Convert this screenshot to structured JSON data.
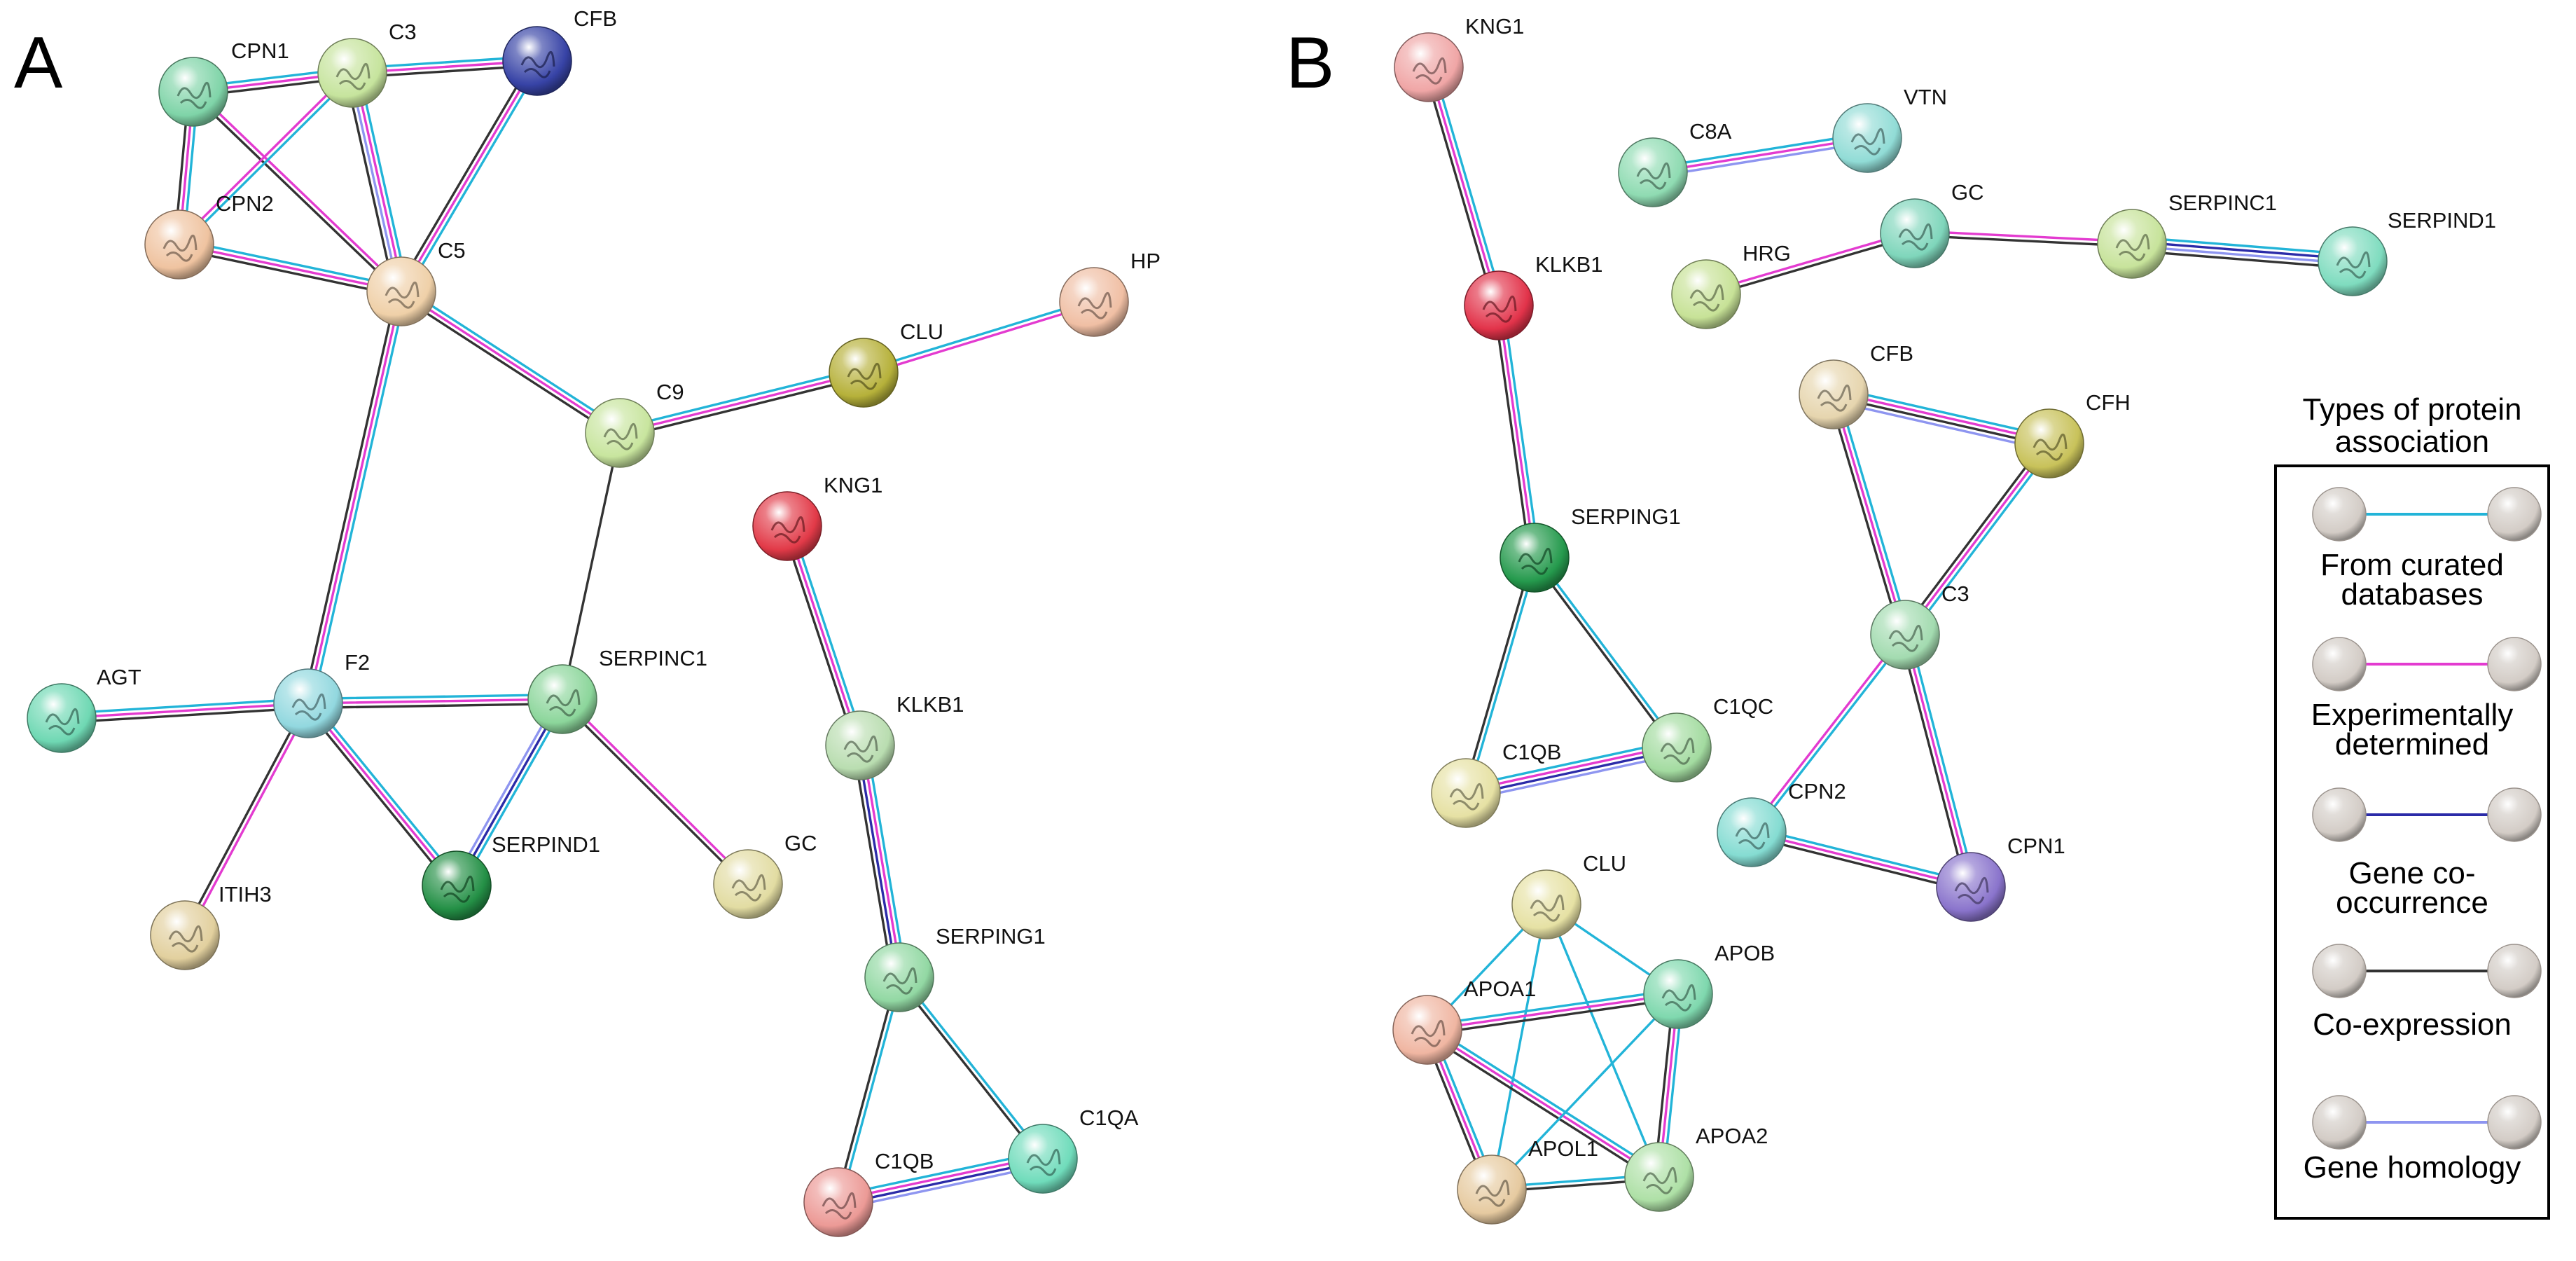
{
  "panels": {
    "a_label": "A",
    "b_label": "B"
  },
  "colors": {
    "curated": "#22b4d8",
    "experimental": "#e33bd0",
    "cooccurrence": "#2b2ba8",
    "coexpression": "#333333",
    "homology": "#8e95f0"
  },
  "network_a": {
    "nodes": [
      {
        "id": "CPN1",
        "label": "CPN1",
        "color": "#7fd4a8"
      },
      {
        "id": "C3",
        "label": "C3",
        "color": "#c6e49d"
      },
      {
        "id": "CFB",
        "label": "CFB",
        "color": "#3743a6"
      },
      {
        "id": "CPN2",
        "label": "CPN2",
        "color": "#efc3a0"
      },
      {
        "id": "C5",
        "label": "C5",
        "color": "#efd0a8"
      },
      {
        "id": "C9",
        "label": "C9",
        "color": "#c8e59e"
      },
      {
        "id": "CLU",
        "label": "CLU",
        "color": "#b6b13a"
      },
      {
        "id": "HP",
        "label": "HP",
        "color": "#f0bfa4"
      },
      {
        "id": "KNG1",
        "label": "KNG1",
        "color": "#e23a48"
      },
      {
        "id": "KLKB1",
        "label": "KLKB1",
        "color": "#b9ddb0"
      },
      {
        "id": "SERPING1",
        "label": "SERPING1",
        "color": "#92d8a3"
      },
      {
        "id": "C1QB",
        "label": "C1QB",
        "color": "#ec9a96"
      },
      {
        "id": "C1QA",
        "label": "C1QA",
        "color": "#70dcbb"
      },
      {
        "id": "AGT",
        "label": "AGT",
        "color": "#6fd8b3"
      },
      {
        "id": "F2",
        "label": "F2",
        "color": "#92d8df"
      },
      {
        "id": "SERPINC1",
        "label": "SERPINC1",
        "color": "#8cd69b"
      },
      {
        "id": "SERPIND1",
        "label": "SERPIND1",
        "color": "#249046"
      },
      {
        "id": "GC",
        "label": "GC",
        "color": "#e2dca2"
      },
      {
        "id": "ITIH3",
        "label": "ITIH3",
        "color": "#e2d09e"
      }
    ],
    "edges": [
      {
        "source": "CPN1",
        "target": "C3",
        "types": [
          "curated",
          "experimental",
          "coexpression"
        ]
      },
      {
        "source": "CPN1",
        "target": "CPN2",
        "types": [
          "curated",
          "experimental",
          "coexpression"
        ]
      },
      {
        "source": "CPN1",
        "target": "C5",
        "types": [
          "experimental",
          "coexpression"
        ]
      },
      {
        "source": "C3",
        "target": "CFB",
        "types": [
          "curated",
          "experimental",
          "coexpression"
        ]
      },
      {
        "source": "C3",
        "target": "C5",
        "types": [
          "curated",
          "experimental",
          "homology",
          "coexpression"
        ]
      },
      {
        "source": "C3",
        "target": "CPN2",
        "types": [
          "curated",
          "experimental"
        ]
      },
      {
        "source": "CFB",
        "target": "C5",
        "types": [
          "curated",
          "experimental",
          "coexpression"
        ]
      },
      {
        "source": "CPN2",
        "target": "C5",
        "types": [
          "curated",
          "experimental",
          "coexpression"
        ]
      },
      {
        "source": "C5",
        "target": "C9",
        "types": [
          "curated",
          "experimental",
          "coexpression"
        ]
      },
      {
        "source": "C5",
        "target": "F2",
        "types": [
          "curated",
          "experimental",
          "coexpression"
        ]
      },
      {
        "source": "C9",
        "target": "CLU",
        "types": [
          "curated",
          "experimental",
          "coexpression"
        ]
      },
      {
        "source": "C9",
        "target": "SERPINC1",
        "types": [
          "coexpression"
        ]
      },
      {
        "source": "CLU",
        "target": "HP",
        "types": [
          "curated",
          "experimental"
        ]
      },
      {
        "source": "KNG1",
        "target": "KLKB1",
        "types": [
          "curated",
          "experimental",
          "coexpression"
        ]
      },
      {
        "source": "KLKB1",
        "target": "SERPING1",
        "types": [
          "curated",
          "experimental",
          "cooccurrence",
          "coexpression"
        ]
      },
      {
        "source": "SERPING1",
        "target": "C1QB",
        "types": [
          "curated",
          "coexpression"
        ]
      },
      {
        "source": "SERPING1",
        "target": "C1QA",
        "types": [
          "curated",
          "coexpression"
        ]
      },
      {
        "source": "C1QB",
        "target": "C1QA",
        "types": [
          "curated",
          "experimental",
          "cooccurrence",
          "homology"
        ]
      },
      {
        "source": "AGT",
        "target": "F2",
        "types": [
          "curated",
          "experimental",
          "coexpression"
        ]
      },
      {
        "source": "F2",
        "target": "SERPINC1",
        "types": [
          "curated",
          "experimental",
          "coexpression"
        ]
      },
      {
        "source": "F2",
        "target": "SERPIND1",
        "types": [
          "curated",
          "experimental",
          "coexpression"
        ]
      },
      {
        "source": "F2",
        "target": "ITIH3",
        "types": [
          "experimental",
          "coexpression"
        ]
      },
      {
        "source": "SERPINC1",
        "target": "SERPIND1",
        "types": [
          "curated",
          "cooccurrence",
          "homology"
        ]
      },
      {
        "source": "SERPINC1",
        "target": "GC",
        "types": [
          "experimental",
          "coexpression"
        ]
      }
    ]
  },
  "network_b": {
    "nodes": [
      {
        "id": "KNG1",
        "label": "KNG1",
        "color": "#f0a6a6"
      },
      {
        "id": "KLKB1",
        "label": "KLKB1",
        "color": "#e2334a"
      },
      {
        "id": "SERPING1",
        "label": "SERPING1",
        "color": "#259a4d"
      },
      {
        "id": "C1QB",
        "label": "C1QB",
        "color": "#e6e1a4"
      },
      {
        "id": "C1QC",
        "label": "C1QC",
        "color": "#a3dba0"
      },
      {
        "id": "C8A",
        "label": "C8A",
        "color": "#8fdbb2"
      },
      {
        "id": "VTN",
        "label": "VTN",
        "color": "#91dcd6"
      },
      {
        "id": "HRG",
        "label": "HRG",
        "color": "#c7e297"
      },
      {
        "id": "GC",
        "label": "GC",
        "color": "#7fd6bb"
      },
      {
        "id": "SERPINC1",
        "label": "SERPINC1",
        "color": "#c7e39b"
      },
      {
        "id": "SERPIND1",
        "label": "SERPIND1",
        "color": "#7fdcbf"
      },
      {
        "id": "CFB",
        "label": "CFB",
        "color": "#e6d5ae"
      },
      {
        "id": "CFH",
        "label": "CFH",
        "color": "#c8c25a"
      },
      {
        "id": "C3",
        "label": "C3",
        "color": "#a3dbb0"
      },
      {
        "id": "CPN2",
        "label": "CPN2",
        "color": "#85dcd2"
      },
      {
        "id": "CPN1",
        "label": "CPN1",
        "color": "#8a74cc"
      },
      {
        "id": "CLU",
        "label": "CLU",
        "color": "#e6e1a4"
      },
      {
        "id": "APOA1",
        "label": "APOA1",
        "color": "#f0b6a2"
      },
      {
        "id": "APOB",
        "label": "APOB",
        "color": "#7fd8ae"
      },
      {
        "id": "APOL1",
        "label": "APOL1",
        "color": "#e6caa0"
      },
      {
        "id": "APOA2",
        "label": "APOA2",
        "color": "#aee0a6"
      }
    ],
    "edges": [
      {
        "source": "KNG1",
        "target": "KLKB1",
        "types": [
          "curated",
          "experimental",
          "coexpression"
        ]
      },
      {
        "source": "KLKB1",
        "target": "SERPING1",
        "types": [
          "curated",
          "experimental",
          "coexpression"
        ]
      },
      {
        "source": "SERPING1",
        "target": "C1QB",
        "types": [
          "curated",
          "coexpression"
        ]
      },
      {
        "source": "SERPING1",
        "target": "C1QC",
        "types": [
          "curated",
          "coexpression"
        ]
      },
      {
        "source": "C1QB",
        "target": "C1QC",
        "types": [
          "curated",
          "experimental",
          "cooccurrence",
          "homology"
        ]
      },
      {
        "source": "C8A",
        "target": "VTN",
        "types": [
          "curated",
          "experimental",
          "homology"
        ]
      },
      {
        "source": "HRG",
        "target": "GC",
        "types": [
          "experimental",
          "coexpression"
        ]
      },
      {
        "source": "GC",
        "target": "SERPINC1",
        "types": [
          "experimental",
          "coexpression"
        ]
      },
      {
        "source": "SERPINC1",
        "target": "SERPIND1",
        "types": [
          "curated",
          "cooccurrence",
          "homology",
          "coexpression"
        ]
      },
      {
        "source": "CFB",
        "target": "CFH",
        "types": [
          "curated",
          "experimental",
          "coexpression",
          "homology"
        ]
      },
      {
        "source": "CFB",
        "target": "C3",
        "types": [
          "curated",
          "experimental",
          "coexpression"
        ]
      },
      {
        "source": "CFH",
        "target": "C3",
        "types": [
          "curated",
          "experimental",
          "coexpression"
        ]
      },
      {
        "source": "C3",
        "target": "CPN2",
        "types": [
          "curated",
          "experimental"
        ]
      },
      {
        "source": "C3",
        "target": "CPN1",
        "types": [
          "curated",
          "experimental",
          "coexpression"
        ]
      },
      {
        "source": "CPN2",
        "target": "CPN1",
        "types": [
          "curated",
          "experimental",
          "coexpression"
        ]
      },
      {
        "source": "CLU",
        "target": "APOA1",
        "types": [
          "curated"
        ]
      },
      {
        "source": "CLU",
        "target": "APOB",
        "types": [
          "curated"
        ]
      },
      {
        "source": "CLU",
        "target": "APOL1",
        "types": [
          "curated"
        ]
      },
      {
        "source": "CLU",
        "target": "APOA2",
        "types": [
          "curated"
        ]
      },
      {
        "source": "APOA1",
        "target": "APOB",
        "types": [
          "curated",
          "experimental",
          "coexpression"
        ]
      },
      {
        "source": "APOA1",
        "target": "APOL1",
        "types": [
          "curated",
          "experimental",
          "coexpression"
        ]
      },
      {
        "source": "APOA1",
        "target": "APOA2",
        "types": [
          "curated",
          "experimental",
          "coexpression"
        ]
      },
      {
        "source": "APOB",
        "target": "APOL1",
        "types": [
          "curated"
        ]
      },
      {
        "source": "APOB",
        "target": "APOA2",
        "types": [
          "curated",
          "experimental",
          "coexpression"
        ]
      },
      {
        "source": "APOL1",
        "target": "APOA2",
        "types": [
          "curated",
          "coexpression"
        ]
      }
    ]
  },
  "legend": {
    "title": "Types of protein association",
    "items": [
      {
        "type": "curated",
        "label": "From curated databases"
      },
      {
        "type": "experimental",
        "label": "Experimentally determined"
      },
      {
        "type": "cooccurrence",
        "label": "Gene co-occurrence"
      },
      {
        "type": "coexpression",
        "label": "Co-expression"
      },
      {
        "type": "homology",
        "label": "Gene homology"
      }
    ]
  }
}
